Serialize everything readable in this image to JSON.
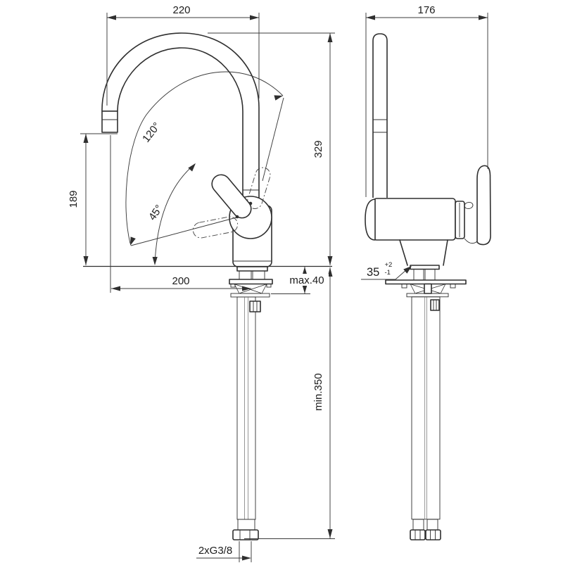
{
  "drawing_type": "faucet installation dimension drawing, front and side views",
  "labels": {
    "dim_220": "220",
    "dim_176": "176",
    "dim_189": "189",
    "dim_329": "329",
    "angle_swivel": "120°",
    "angle_lever": "45°",
    "dim_200": "200",
    "deck_max": "max.40",
    "clearance_min": "min.350",
    "hole_value": "35",
    "hole_tol_plus": "+2",
    "hole_tol_minus": "-1",
    "connection": "2xG3/8"
  },
  "colors": {
    "line": "#2f2f2f",
    "thin_line": "#3b3b3b",
    "background": "#ffffff"
  }
}
